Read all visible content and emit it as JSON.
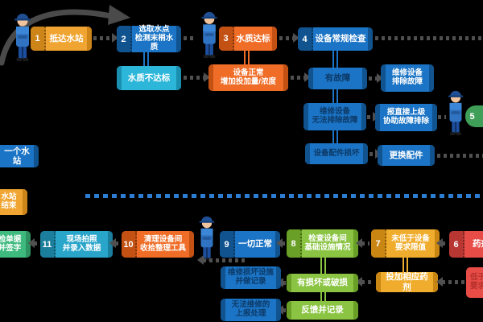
{
  "palette": {
    "background": "#000000",
    "yellow": "#f0a532",
    "blue": "#1b74c5",
    "cyan": "#2cb6d9",
    "orange": "#ef6d27",
    "amber": "#f0ad2d",
    "lime_green": "#8ac442",
    "emerald": "#3fba7f",
    "red": "#e74c47",
    "teal": "#29a5ca",
    "step5_green": "#3f9e58",
    "dark_note_text": "#0d3a67",
    "arrow_gray": "#505050",
    "divider_blue": "#2d7dd2"
  },
  "icons": {
    "worker": "worker-technician-figure"
  },
  "nodes": {
    "s1": {
      "num": "1",
      "l1": "抵达水站"
    },
    "s2": {
      "num": "2",
      "l1": "选取水点",
      "l2": "检测末梢水质"
    },
    "water_fail": {
      "l1": "水质不达标"
    },
    "s3": {
      "num": "3",
      "l1": "水质达标"
    },
    "equip_normal": {
      "l1": "设备正常",
      "l2": "增加投加量/浓度"
    },
    "s4": {
      "num": "4",
      "l1": "设备常规检查"
    },
    "fault": {
      "l1": "有故障"
    },
    "repair": {
      "l1": "维修设备",
      "l2": "排除故障"
    },
    "cant_fix": {
      "l1": "维修设备",
      "l2": "无法排除故障"
    },
    "report": {
      "l1": "报直接上级",
      "l2": "协助故障排除"
    },
    "parts_broken": {
      "l1": "设备配件损坏"
    },
    "replace_parts": {
      "l1": "更换配件"
    },
    "s5": {
      "num": "5"
    },
    "next_station": {
      "l1": "一个水站"
    },
    "station_end": {
      "l1": "水站",
      "l2": "结束"
    },
    "sign_sheet": {
      "l1": "检单据",
      "l2": "并签字"
    },
    "s11": {
      "num": "11",
      "l1": "现场拍照",
      "l2": "并录入数据"
    },
    "s10": {
      "num": "10",
      "l1": "清理设备间",
      "l2": "收拾整理工具"
    },
    "s9": {
      "num": "9",
      "l1": "一切正常"
    },
    "s8": {
      "num": "8",
      "l1": "检查设备间",
      "l2": "基础设施情况"
    },
    "s7": {
      "num": "7",
      "l1": "未低于设备",
      "l2": "要求限值"
    },
    "s6": {
      "num": "6",
      "l1": "药剂"
    },
    "dose": {
      "l1": "投加相应药剂"
    },
    "below_limit": {
      "l1": "低于设备",
      "l2": "要求限值"
    },
    "damaged": {
      "l1": "有损坏或破损"
    },
    "record": {
      "l1": "反馈并记录"
    },
    "note_a": {
      "l1": "维修损坏设施",
      "l2": "并做记录"
    },
    "note_b": {
      "l1": "无法维修的",
      "l2": "上报处理"
    }
  }
}
